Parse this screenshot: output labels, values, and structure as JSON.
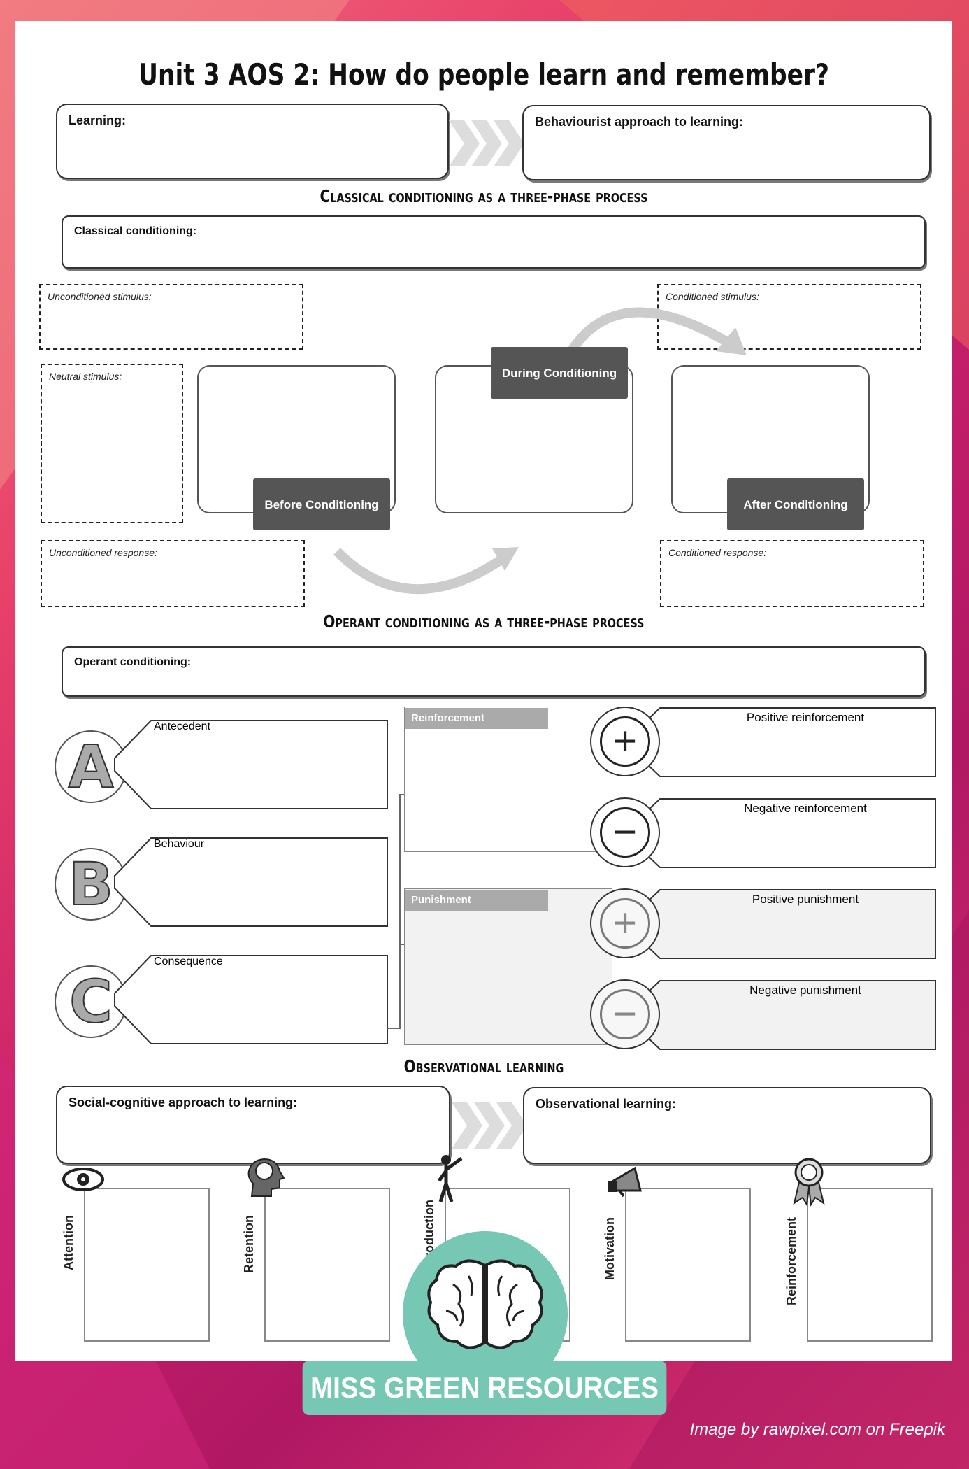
{
  "title": "Unit 3 AOS 2: How do people learn and remember?",
  "top": {
    "learning_label": "Learning:",
    "behaviourist_label": "Behaviourist approach to learning:"
  },
  "classical": {
    "heading": "Classical conditioning as a three-phase process",
    "definition_label": "Classical conditioning:",
    "ucs_label": "Unconditioned stimulus:",
    "ns_label": "Neutral stimulus:",
    "ucr_label": "Unconditioned response:",
    "cs_label": "Conditioned stimulus:",
    "cr_label": "Conditioned response:",
    "phases": {
      "before": "Before Conditioning",
      "during": "During Conditioning",
      "after": "After Conditioning"
    }
  },
  "operant": {
    "heading": "Operant conditioning as a three-phase process",
    "definition_label": "Operant conditioning:",
    "abc": [
      {
        "letter": "A",
        "label": "Antecedent"
      },
      {
        "letter": "B",
        "label": "Behaviour"
      },
      {
        "letter": "C",
        "label": "Consequence"
      }
    ],
    "reinforcement_tag": "Reinforcement",
    "punishment_tag": "Punishment",
    "types": [
      {
        "symbol": "+",
        "label": "Positive reinforcement"
      },
      {
        "symbol": "−",
        "label": "Negative reinforcement"
      },
      {
        "symbol": "+",
        "label": "Positive punishment"
      },
      {
        "symbol": "−",
        "label": "Negative punishment"
      }
    ]
  },
  "observational": {
    "heading": "Observational learning",
    "social_cognitive_label": "Social-cognitive approach to learning:",
    "observational_label": "Observational learning:",
    "steps": [
      "Attention",
      "Retention",
      "Reproduction",
      "Motivation",
      "Reinforcement"
    ],
    "step_icons": [
      "eye-icon",
      "head-brain-icon",
      "person-pointing-icon",
      "megaphone-icon",
      "award-ribbon-icon"
    ]
  },
  "branding": {
    "name": "MISS GREEN RESOURCES",
    "credit": "Image by rawpixel.com on Freepik",
    "accent": "#76c7b3"
  }
}
